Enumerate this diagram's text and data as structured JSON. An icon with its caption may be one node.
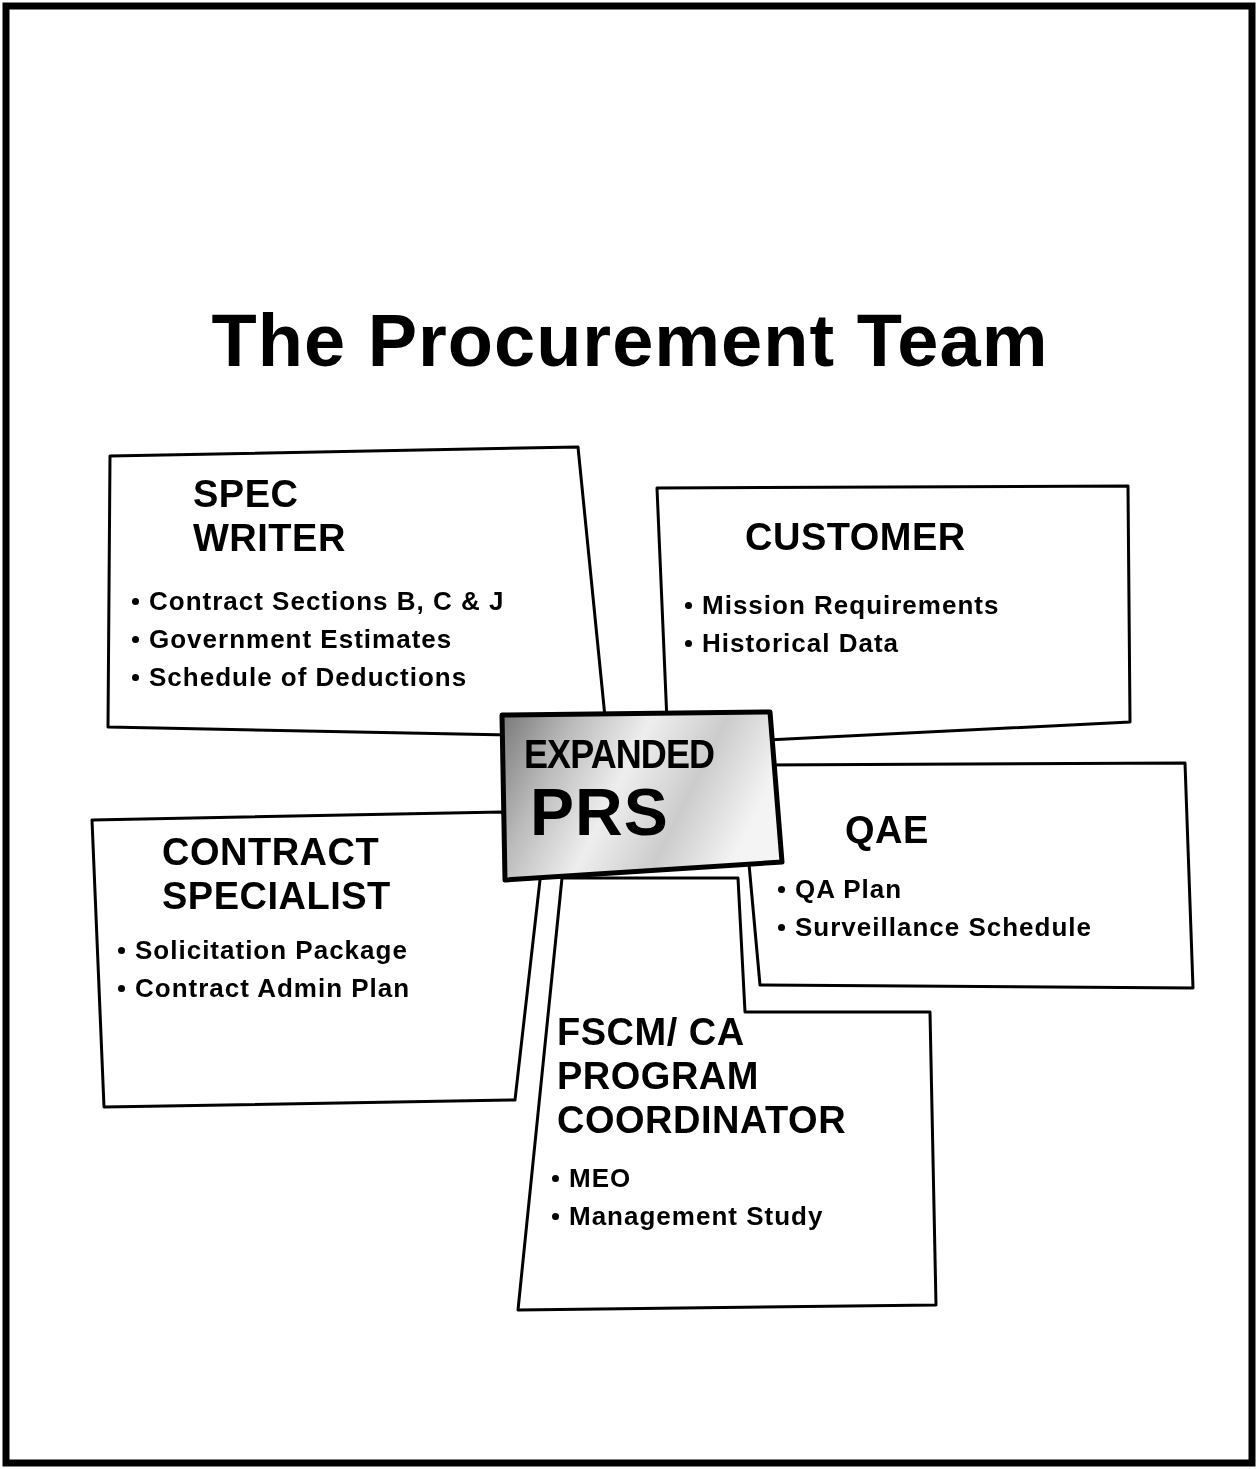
{
  "diagram": {
    "title": "The Procurement Team",
    "nodes": [
      {
        "text": [
          "SPEC WRITER",
          "Contract Sections B, C & J",
          "Government Estimates",
          "Schedule of Deductions"
        ]
      },
      {
        "text": [
          "CUSTOMER",
          "Mission Requirements",
          "Historical Data"
        ]
      },
      {
        "text": [
          "EXPANDED",
          "PRS"
        ]
      },
      {
        "text": [
          "CONTRACT SPECIALIST",
          "Solicitation Package",
          "Contract Admin Plan"
        ]
      },
      {
        "text": [
          "QAE",
          "QA Plan",
          "Surveillance Schedule"
        ]
      },
      {
        "text": [
          "FSCM/ CA PROGRAM COORDINATOR",
          "MEO",
          "Management Study"
        ]
      }
    ]
  }
}
